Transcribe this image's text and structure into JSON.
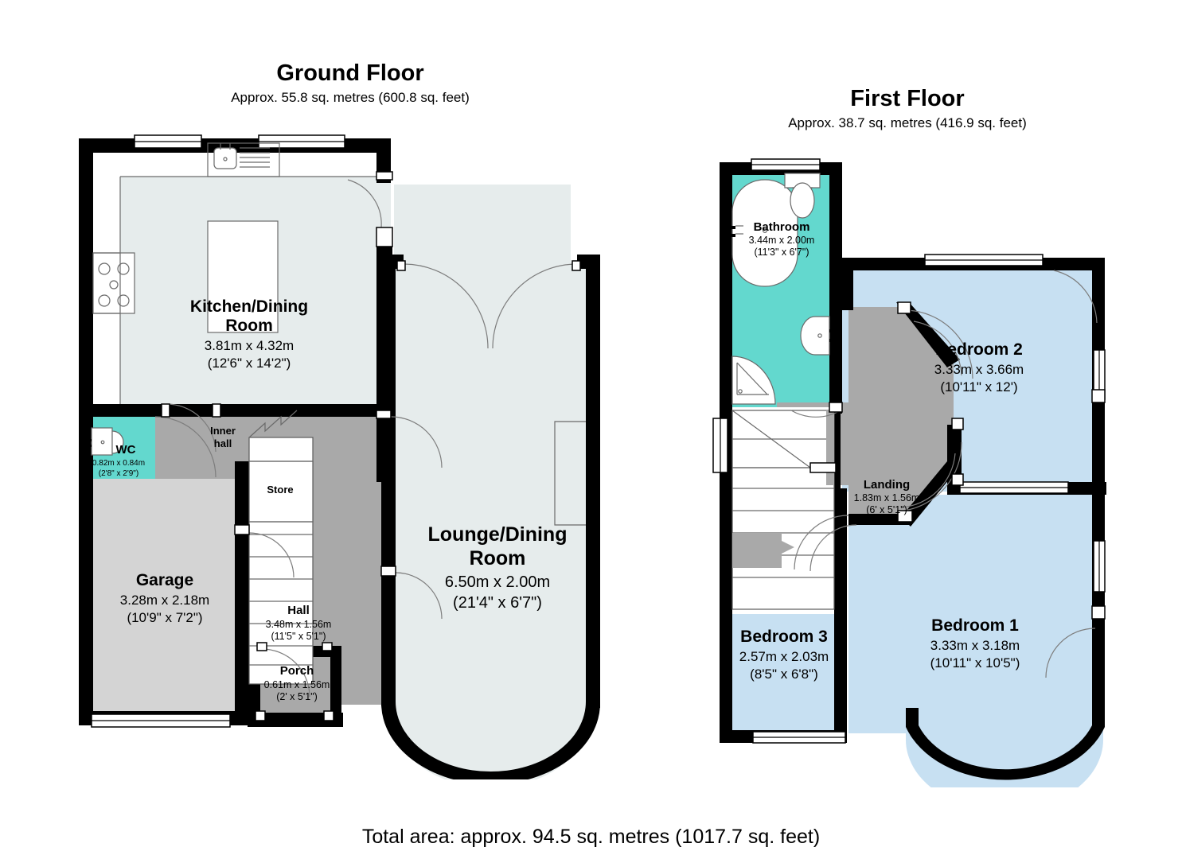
{
  "document": {
    "type": "floor-plan",
    "total_area_label": "Total area: approx. 94.5 sq. metres (1017.7 sq. feet)"
  },
  "ground_floor": {
    "title": "Ground Floor",
    "subtitle": "Approx. 55.8 sq. metres (600.8 sq. feet)",
    "rooms": [
      {
        "name_line1": "Kitchen/Dining",
        "name_line2": "Room",
        "metric": "3.81m x 4.32m",
        "imperial": "(12'6\" x 14'2\")"
      },
      {
        "name_line1": "Lounge/Dining",
        "name_line2": "Room",
        "metric": "6.50m x 2.00m",
        "imperial": "(21'4\" x 6'7\")"
      },
      {
        "name_line1": "Garage",
        "name_line2": "",
        "metric": "3.28m x 2.18m",
        "imperial": "(10'9\" x 7'2\")"
      },
      {
        "name_line1": "Hall",
        "name_line2": "",
        "metric": "3.48m x 1.56m",
        "imperial": "(11'5\" x 5'1\")"
      },
      {
        "name_line1": "Porch",
        "name_line2": "",
        "metric": "0.61m x 1.56m",
        "imperial": "(2' x 5'1\")"
      },
      {
        "name_line1": "WC",
        "name_line2": "",
        "metric": "0.82m x 0.84m",
        "imperial": "(2'8\" x 2'9\")"
      },
      {
        "name_line1": "Inner",
        "name_line2": "hall",
        "metric": "",
        "imperial": ""
      },
      {
        "name_line1": "Store",
        "name_line2": "",
        "metric": "",
        "imperial": ""
      }
    ]
  },
  "first_floor": {
    "title": "First Floor",
    "subtitle": "Approx. 38.7 sq. metres (416.9 sq. feet)",
    "rooms": [
      {
        "name_line1": "Bathroom",
        "name_line2": "",
        "metric": "3.44m x 2.00m",
        "imperial": "(11'3\" x 6'7\")"
      },
      {
        "name_line1": "Bedroom 2",
        "name_line2": "",
        "metric": "3.33m x 3.66m",
        "imperial": "(10'11\" x 12')"
      },
      {
        "name_line1": "Bedroom 1",
        "name_line2": "",
        "metric": "3.33m x 3.18m",
        "imperial": "(10'11\" x 10'5\")"
      },
      {
        "name_line1": "Bedroom 3",
        "name_line2": "",
        "metric": "2.57m x 2.03m",
        "imperial": "(8'5\" x 6'8\")"
      },
      {
        "name_line1": "Landing",
        "name_line2": "",
        "metric": "1.83m x 1.56m",
        "imperial": "(6' x 5'1\")"
      }
    ]
  },
  "colors": {
    "wall": "#000000",
    "living_fill": "#e6ecec",
    "hall_fill": "#a9a9a9",
    "garage_fill": "#d4d4d4",
    "bathroom_fill": "#63d8ce",
    "bedroom_fill": "#c7e0f2",
    "background": "#ffffff"
  }
}
